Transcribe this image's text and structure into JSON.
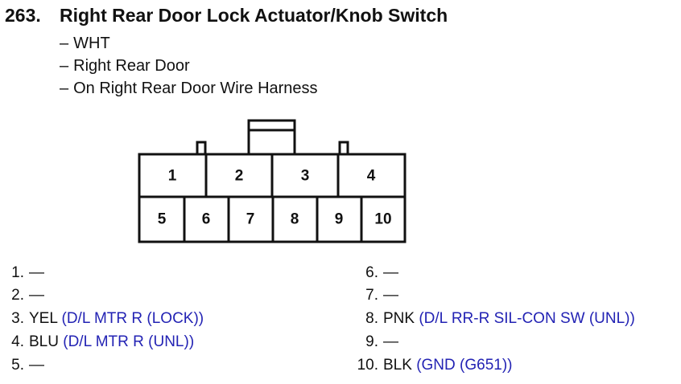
{
  "title": {
    "number": "263.",
    "text": "Right Rear Door Lock Actuator/Knob Switch"
  },
  "details": [
    "WHT",
    "Right Rear Door",
    "On Right Rear Door Wire Harness"
  ],
  "connector": {
    "top_row": [
      "1",
      "2",
      "3",
      "4"
    ],
    "bottom_row": [
      "5",
      "6",
      "7",
      "8",
      "9",
      "10"
    ]
  },
  "pins": [
    {
      "num": "1.",
      "color": "—",
      "circuit": ""
    },
    {
      "num": "2.",
      "color": "—",
      "circuit": ""
    },
    {
      "num": "3.",
      "color": "YEL",
      "circuit": "(D/L MTR R (LOCK))"
    },
    {
      "num": "4.",
      "color": "BLU",
      "circuit": "(D/L MTR R (UNL))"
    },
    {
      "num": "5.",
      "color": "—",
      "circuit": ""
    },
    {
      "num": "6.",
      "color": "—",
      "circuit": ""
    },
    {
      "num": "7.",
      "color": "—",
      "circuit": ""
    },
    {
      "num": "8.",
      "color": "PNK",
      "circuit": "(D/L RR-R SIL-CON SW (UNL))"
    },
    {
      "num": "9.",
      "color": "—",
      "circuit": ""
    },
    {
      "num": "10.",
      "color": "BLK",
      "circuit": "(GND (G651))"
    }
  ],
  "colors": {
    "circuit_text": "#2323b4",
    "outline": "#111111"
  }
}
